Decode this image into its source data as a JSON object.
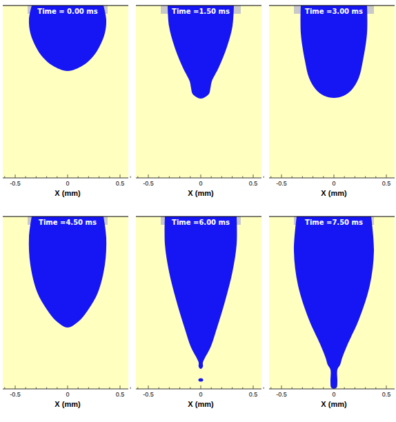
{
  "diagram": {
    "labels": [
      "Time = 0.00 ms",
      "-0.5",
      "0",
      "0.5",
      "X (mm)",
      "Time =1.50 ms",
      "-0.5",
      "0",
      "0.5",
      "X (mm)",
      "Time =3.00 ms",
      "-0.5",
      "0",
      "0.5",
      "X (mm)",
      "Time =4.50 ms",
      "-0.5",
      "0",
      "0.5",
      "X (mm)",
      "Time =6.00 ms",
      "-0.5",
      "0",
      "0.5",
      "X (mm)",
      "Time =7.50 ms",
      "-0.5",
      "0",
      "0.5",
      "X (mm)"
    ]
  }
}
